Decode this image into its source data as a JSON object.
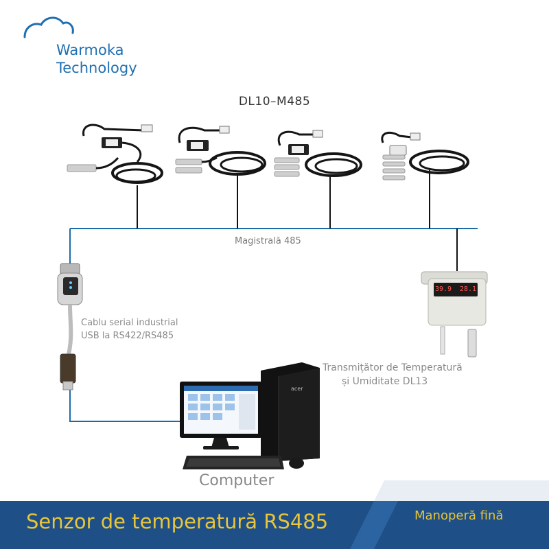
{
  "header": {
    "brand_line1": "Warmoka",
    "brand_line2": "Technology",
    "model": "DL10–M485"
  },
  "bus": {
    "label": "Magistrală 485"
  },
  "cable": {
    "line1": "Cablu serial industrial",
    "line2": "USB la RS422/RS485"
  },
  "transmitter": {
    "line1": "Transmițător de Temperatură",
    "line2": "și Umiditate DL13",
    "display_left": "39.9",
    "display_right": "28.1"
  },
  "computer": {
    "label": "Computer",
    "tower_brand": "acer"
  },
  "banner": {
    "title": "Senzor de temperatură RS485",
    "tag": "Manoperă fină"
  },
  "colors": {
    "brand_blue": "#1f6fb2",
    "banner_blue": "#1e4f86",
    "banner_text": "#e8c53a",
    "line": "#222222"
  }
}
